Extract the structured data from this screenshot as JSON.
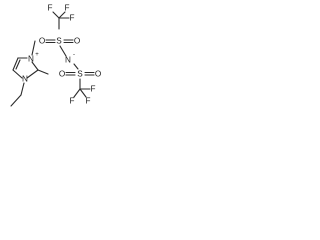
{
  "cation": {
    "n_methyl": "N",
    "n_ethyl": "N",
    "charge": "+"
  },
  "anion": {
    "sulfur_1": "S",
    "sulfur_2": "S",
    "oxygen_1a": "O",
    "oxygen_1b": "O",
    "oxygen_2a": "O",
    "oxygen_2b": "O",
    "nitrogen": "N",
    "charge": "-",
    "cf3_1": {
      "f_top_left": "F",
      "f_top_right": "F",
      "f_mid": "F"
    },
    "cf3_2": {
      "f_bottom_left": "F",
      "f_bottom_right": "F",
      "f_mid": "F"
    }
  }
}
